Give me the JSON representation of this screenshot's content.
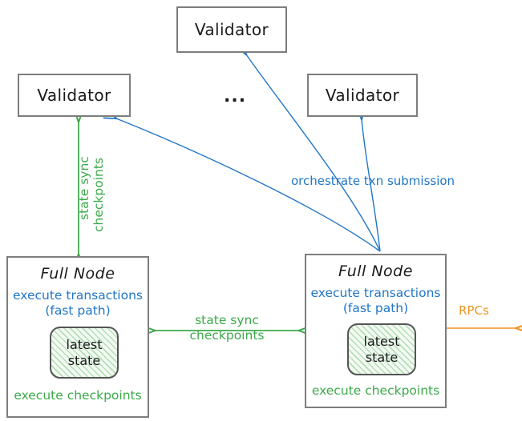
{
  "diagram": {
    "title": "Sui network topology: validators, full nodes, state sync and RPCs",
    "colors": {
      "box_border": "#7d7d7d",
      "text_dark": "#1a1a1a",
      "blue": "#2176c7",
      "green": "#3ca94a",
      "orange": "#f0921e",
      "state_fill": "#f3faf3"
    },
    "validators": [
      {
        "id": "validator-top",
        "label": "Validator"
      },
      {
        "id": "validator-left",
        "label": "Validator"
      },
      {
        "id": "validator-right",
        "label": "Validator"
      }
    ],
    "ellipsis": "...",
    "full_nodes": [
      {
        "id": "full-node-left",
        "title": "Full Node",
        "fast_path_line1": "execute transactions",
        "fast_path_line2": "(fast path)",
        "state_line1": "latest",
        "state_line2": "state",
        "checkpoints": "execute checkpoints"
      },
      {
        "id": "full-node-right",
        "title": "Full Node",
        "fast_path_line1": "execute transactions",
        "fast_path_line2": "(fast path)",
        "state_line1": "latest",
        "state_line2": "state",
        "checkpoints": "execute checkpoints"
      }
    ],
    "edges": {
      "vertical_state_sync_line1": "state sync",
      "vertical_state_sync_line2": "checkpoints",
      "horizontal_state_sync_line1": "state sync",
      "horizontal_state_sync_line2": "checkpoints",
      "orchestrate": "orchestrate txn submission",
      "rpcs": "RPCs"
    }
  }
}
